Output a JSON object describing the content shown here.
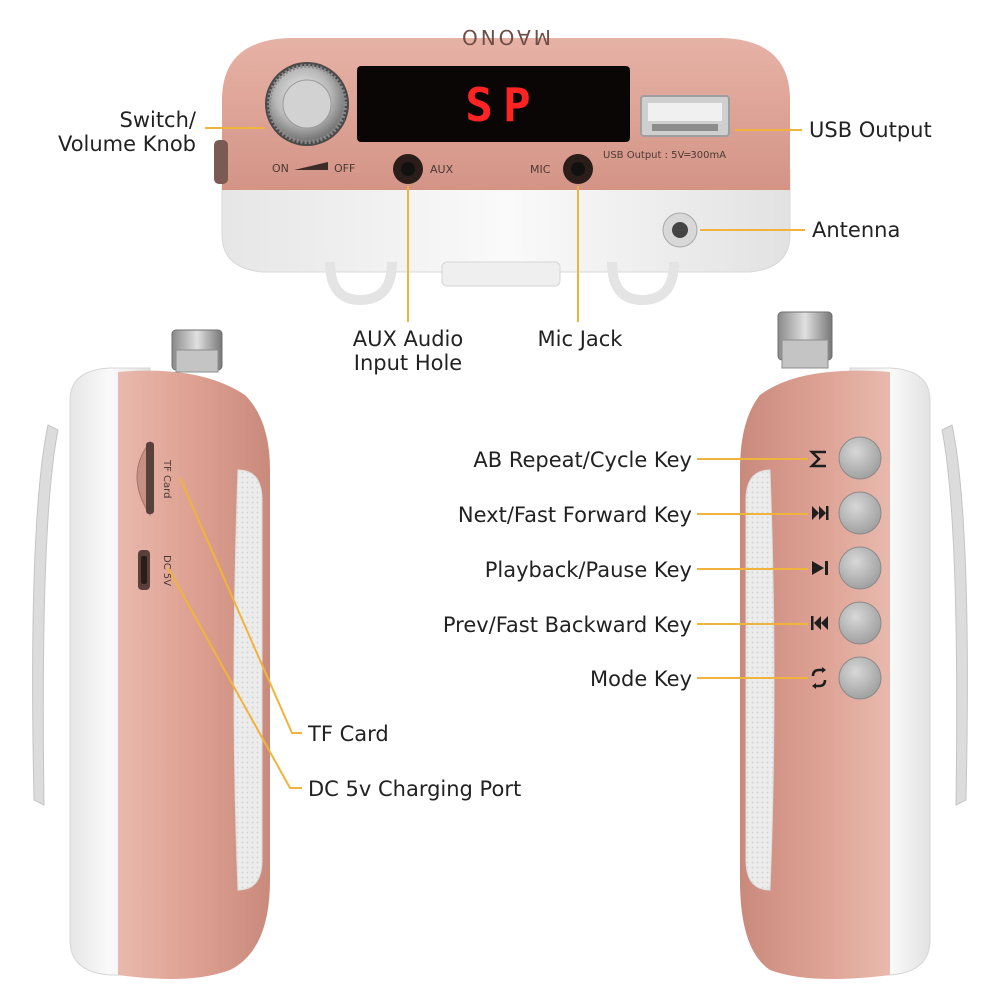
{
  "colors": {
    "accent_line": "#f0b43c",
    "body_pink": "#e2a89b",
    "body_white": "#f4f4f4",
    "display_red": "#ff2424"
  },
  "device": {
    "brand": "MAONO",
    "display": "SP",
    "switch_markings": {
      "on": "ON",
      "off": "OFF"
    },
    "port_markings": {
      "aux": "AUX",
      "mic": "MIC",
      "usb_spec": "USB Output : 5V═300mA",
      "tf_card": "TF Card",
      "dc": "DC 5V"
    },
    "key_icons": [
      "mode-m-icon",
      "next-icon",
      "play-pause-icon",
      "prev-icon",
      "loop-icon"
    ]
  },
  "callouts": {
    "switch_volume_line1": "Switch/",
    "switch_volume_line2": "Volume Knob",
    "usb_output": "USB Output",
    "antenna": "Antenna",
    "aux_line1": "AUX Audio",
    "aux_line2": "Input Hole",
    "mic_jack": "Mic Jack",
    "ab_repeat": "AB Repeat/Cycle Key",
    "next_fast_forward": "Next/Fast Forward Key",
    "playback_pause": "Playback/Pause Key",
    "prev_fast_backward": "Prev/Fast Backward Key",
    "mode_key": "Mode Key",
    "tf_card": "TF Card",
    "dc_charging": "DC 5v Charging Port"
  }
}
